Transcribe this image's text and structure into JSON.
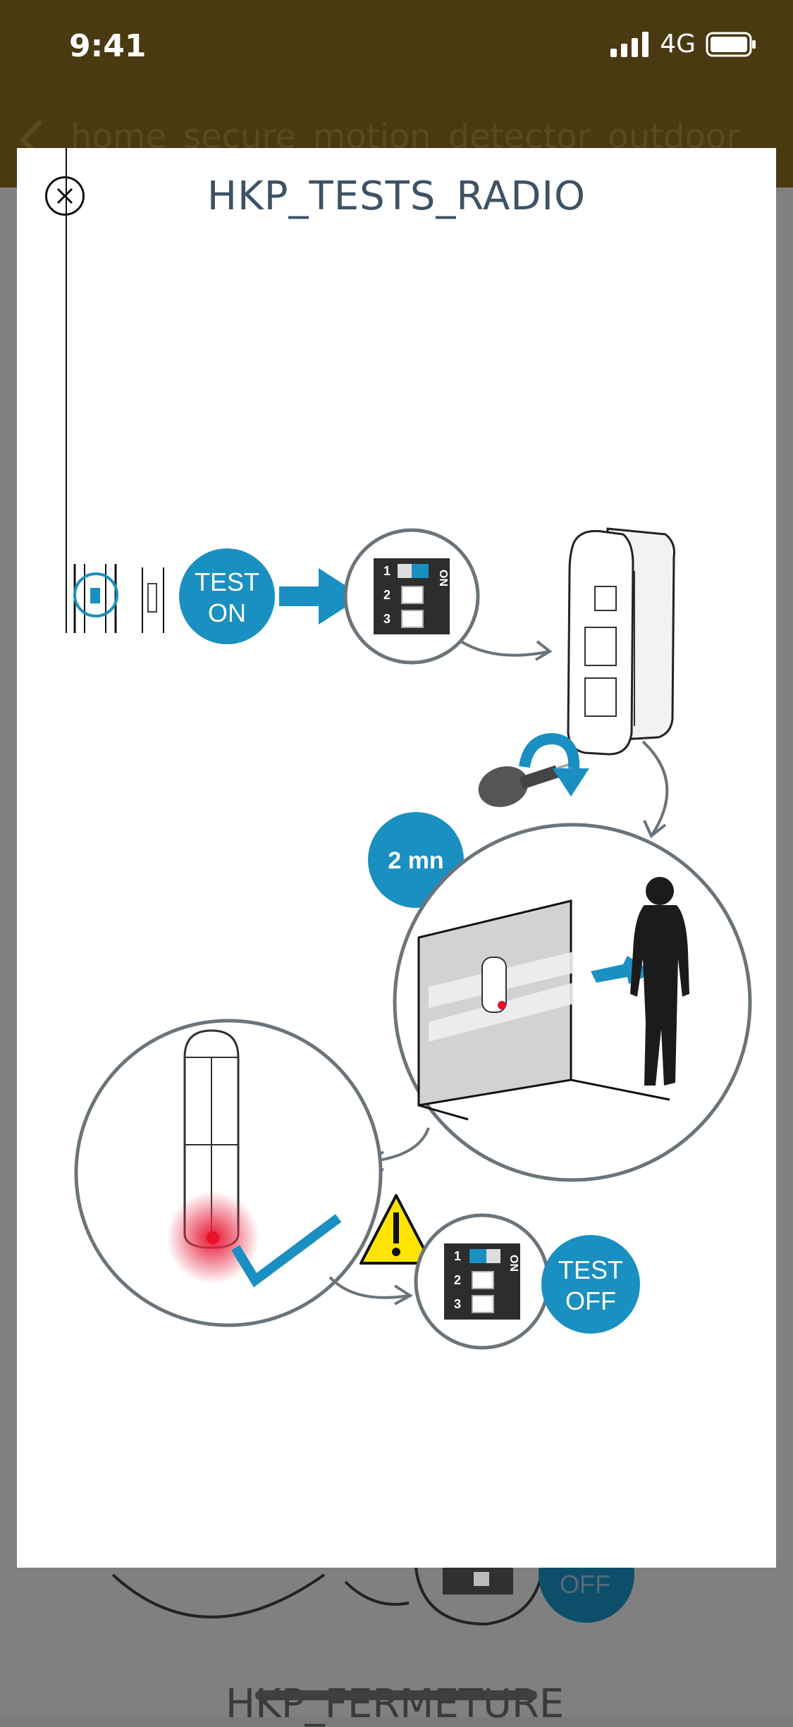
{
  "status": {
    "time": "9:41",
    "network": "4G"
  },
  "nav": {
    "title": "home_secure_motion_detector_outdoor"
  },
  "modal": {
    "title": "HKP_TESTS_RADIO"
  },
  "illustration": {
    "test_on_line1": "TEST",
    "test_on_line2": "ON",
    "timer": "2 mn",
    "test_off_line1": "TEST",
    "test_off_line2": "OFF",
    "switch_on_label": "ON",
    "switch_numbers": [
      "1",
      "2",
      "3"
    ]
  },
  "background": {
    "bottom_title": "HKP_FERMETURE",
    "off_label": "OFF"
  },
  "colors": {
    "accent": "#1a8fc1",
    "statusbar": "#4a3a12",
    "title": "#3d5265"
  }
}
